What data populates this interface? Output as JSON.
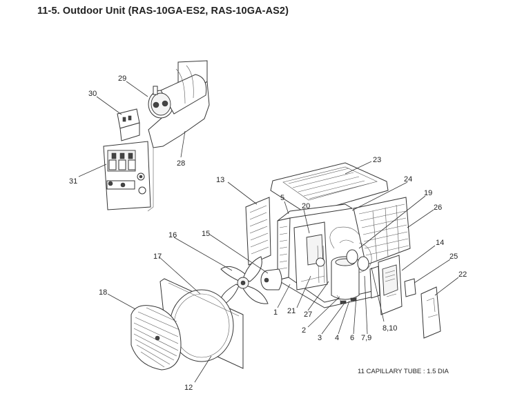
{
  "title": "11-5. Outdoor Unit  (RAS-10GA-ES2, RAS-10GA-AS2)",
  "note": "11 CAPILLARY TUBE : 1.5 DIA",
  "labels": {
    "p1": "1",
    "p2": "2",
    "p3": "3",
    "p4": "4",
    "p6": "6",
    "p79": "7,9",
    "p810": "8,10",
    "p12": "12",
    "p13": "13",
    "p14": "14",
    "p15": "15",
    "p16": "16",
    "p17": "17",
    "p18": "18",
    "p19": "19",
    "p20": "20",
    "p21": "21",
    "p22": "22",
    "p23": "23",
    "p24": "24",
    "p25": "25",
    "p26": "26",
    "p27": "27",
    "p28": "28",
    "p29": "29",
    "p30": "30",
    "p31": "31",
    "p5": "5"
  }
}
